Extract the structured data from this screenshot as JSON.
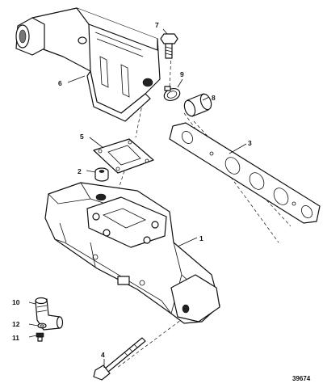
{
  "figure_number": "39674",
  "callouts": [
    {
      "id": "c1",
      "label": "1"
    },
    {
      "id": "c2",
      "label": "2"
    },
    {
      "id": "c3",
      "label": "3"
    },
    {
      "id": "c4",
      "label": "4"
    },
    {
      "id": "c5",
      "label": "5"
    },
    {
      "id": "c6",
      "label": "6"
    },
    {
      "id": "c7",
      "label": "7"
    },
    {
      "id": "c8",
      "label": "8"
    },
    {
      "id": "c9",
      "label": "9"
    },
    {
      "id": "c10",
      "label": "10"
    },
    {
      "id": "c11",
      "label": "11"
    },
    {
      "id": "c12",
      "label": "12"
    }
  ]
}
